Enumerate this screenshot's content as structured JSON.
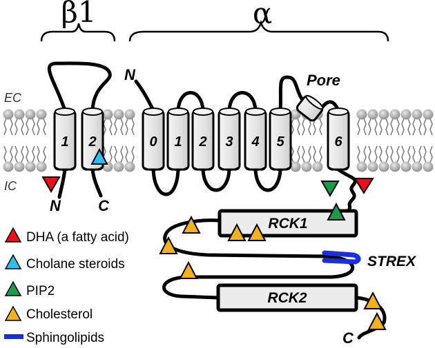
{
  "subunits": {
    "beta": "β1",
    "alpha": "α"
  },
  "sides": {
    "extracellular": "EC",
    "intracellular": "IC"
  },
  "beta_helices": [
    "1",
    "2"
  ],
  "alpha_helices": [
    "0",
    "1",
    "2",
    "3",
    "4",
    "5",
    "6"
  ],
  "pore_label": "Pore",
  "termini": {
    "alpha_n": "N",
    "beta_n": "N",
    "beta_c": "C",
    "alpha_c": "C"
  },
  "domains": {
    "rck1": "RCK1",
    "rck2": "RCK2",
    "strex": "STREX"
  },
  "legend": [
    {
      "label": "DHA (a fatty acid)",
      "color": "#e8101a",
      "shape": "triangle"
    },
    {
      "label": "Cholane steroids",
      "color": "#2ec0e8",
      "shape": "triangle"
    },
    {
      "label": "PIP2",
      "color": "#1a9a4a",
      "shape": "triangle"
    },
    {
      "label": "Cholesterol",
      "color": "#f2b21e",
      "shape": "triangle"
    },
    {
      "label": "Sphingolipids",
      "color": "#1830e0",
      "shape": "bar"
    }
  ]
}
